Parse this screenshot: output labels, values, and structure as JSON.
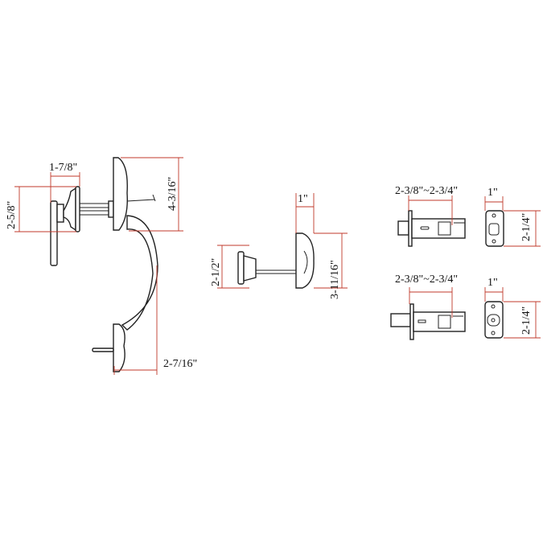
{
  "colors": {
    "dimension": "#c0392b",
    "outline": "#222222"
  },
  "handleset": {
    "lever_width": "1-7/8\"",
    "rose_height": "2-5/8\"",
    "top_plate_height": "4-3/16\"",
    "handle_projection": "2-7/16\""
  },
  "deadbolt": {
    "plate_projection": "1\"",
    "thumbturn_height": "2-1/2\"",
    "plate_height": "3-11/16\""
  },
  "latch": {
    "backset": "2-3/8\"~2-3/4\"",
    "plate_width": "1\"",
    "plate_height": "2-1/4\""
  },
  "deadbolt_latch": {
    "backset": "2-3/8\"~2-3/4\"",
    "plate_width": "1\"",
    "plate_height": "2-1/4\""
  }
}
